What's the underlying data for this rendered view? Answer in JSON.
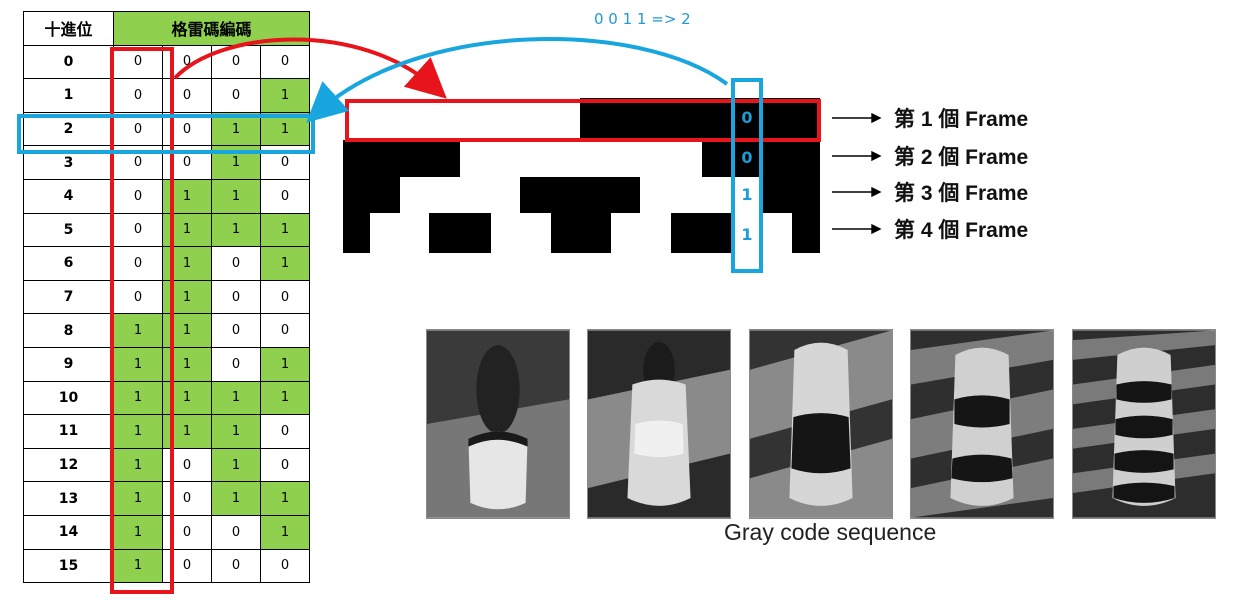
{
  "table": {
    "header_decimal": "十進位",
    "header_gray": "格雷碼編碼",
    "rows": [
      {
        "dec": "0",
        "bits": [
          "0",
          "0",
          "0",
          "0"
        ]
      },
      {
        "dec": "1",
        "bits": [
          "0",
          "0",
          "0",
          "1"
        ]
      },
      {
        "dec": "2",
        "bits": [
          "0",
          "0",
          "1",
          "1"
        ]
      },
      {
        "dec": "3",
        "bits": [
          "0",
          "0",
          "1",
          "0"
        ]
      },
      {
        "dec": "4",
        "bits": [
          "0",
          "1",
          "1",
          "0"
        ]
      },
      {
        "dec": "5",
        "bits": [
          "0",
          "1",
          "1",
          "1"
        ]
      },
      {
        "dec": "6",
        "bits": [
          "0",
          "1",
          "0",
          "1"
        ]
      },
      {
        "dec": "7",
        "bits": [
          "0",
          "1",
          "0",
          "0"
        ]
      },
      {
        "dec": "8",
        "bits": [
          "1",
          "1",
          "0",
          "0"
        ]
      },
      {
        "dec": "9",
        "bits": [
          "1",
          "1",
          "0",
          "1"
        ]
      },
      {
        "dec": "10",
        "bits": [
          "1",
          "1",
          "1",
          "1"
        ]
      },
      {
        "dec": "11",
        "bits": [
          "1",
          "1",
          "1",
          "0"
        ]
      },
      {
        "dec": "12",
        "bits": [
          "1",
          "0",
          "1",
          "0"
        ]
      },
      {
        "dec": "13",
        "bits": [
          "1",
          "0",
          "1",
          "1"
        ]
      },
      {
        "dec": "14",
        "bits": [
          "1",
          "0",
          "0",
          "1"
        ]
      },
      {
        "dec": "15",
        "bits": [
          "1",
          "0",
          "0",
          "0"
        ]
      }
    ]
  },
  "formula": "0 0 1 1 => 2",
  "frame_labels": [
    "第 1 個 Frame",
    "第 2 個 Frame",
    "第 3 個 Frame",
    "第 4 個 Frame"
  ],
  "frame_bits": [
    "0",
    "0",
    "1",
    "1"
  ],
  "caption": "Gray code sequence",
  "colors": {
    "green": "#8fd14f",
    "red": "#e8141b",
    "blue": "#19a6df"
  }
}
